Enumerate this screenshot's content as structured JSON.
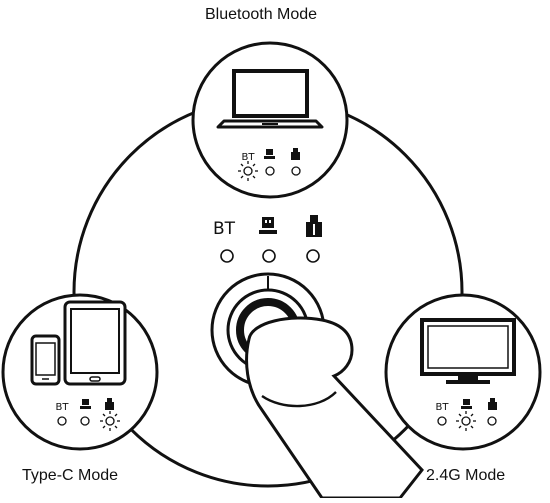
{
  "modes": {
    "bluetooth": {
      "label": "Bluetooth Mode"
    },
    "type_c": {
      "label": "Type-C Mode"
    },
    "g24": {
      "label": "2.4G Mode"
    }
  },
  "indicator": {
    "bt_label": "BT"
  },
  "colors": {
    "stroke": "#111111",
    "background": "#ffffff"
  }
}
